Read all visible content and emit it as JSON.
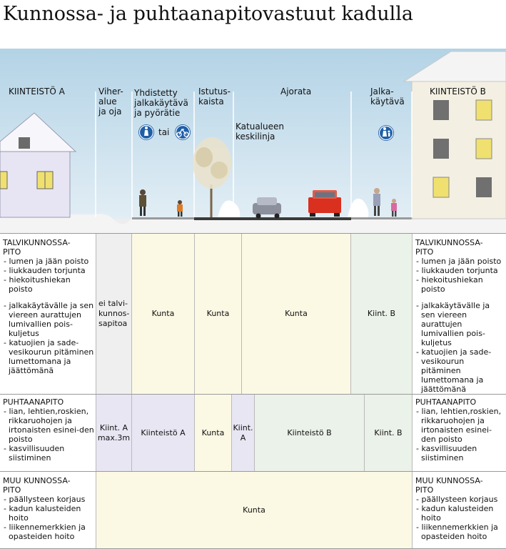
{
  "title": "Kunnossa- ja puhtaanapitovastuut kadulla",
  "zones": {
    "kiinteisto_a": "KIINTEISTÖ A",
    "viheralue": [
      "Viher-",
      "alue",
      "ja oja"
    ],
    "yhdistetty": [
      "Yhdistetty",
      "jalkakäytävä",
      "ja pyörätie"
    ],
    "tai": "tai",
    "istutuskaista": [
      "Istutus-",
      "kaista"
    ],
    "ajorata": "Ajorata",
    "keskilinja": [
      "Katualueen",
      "keskilinja"
    ],
    "jalkakaytava": [
      "Jalka-",
      "käytävä"
    ],
    "kiinteisto_b": "KIINTEISTÖ B"
  },
  "rows": {
    "talvi": {
      "heading": [
        "TALVIKUNNOSSA-",
        "PITO"
      ],
      "items": [
        "- lumen ja jään poisto",
        "- liukkauden torjunta",
        "- hiekoitushiekan poisto",
        "- jalkakäytävälle ja sen viereen aurattujen lumivallien pois-kuljetus",
        "- katuojien ja sade-vesikourun pitäminen lumettomana ja jäättömänä"
      ],
      "cells": [
        "ei talvi-kunnos-sapitoa",
        "Kunta",
        "Kunta",
        "Kunta",
        "Kiint. B"
      ]
    },
    "puhtaana": {
      "heading": [
        "PUHTAANAPITO"
      ],
      "items": [
        "- lian, lehtien,roskien, rikkaruohojen ja irtonaisten esinei-den poisto",
        "- kasvillisuuden siistiminen"
      ],
      "cells": [
        "Kiint. A max.3m",
        "Kiinteistö A",
        "Kunta",
        "Kiint. A",
        "Kiinteistö B",
        "Kiint. B"
      ]
    },
    "muu": {
      "heading": [
        "MUU KUNNOSSA-",
        "PITO"
      ],
      "items": [
        "- päällysteen korjaus",
        "- kadun kalusteiden hoito",
        "- liikennemerkkien ja opasteiden hoito"
      ],
      "cells": [
        "Kunta"
      ]
    }
  }
}
